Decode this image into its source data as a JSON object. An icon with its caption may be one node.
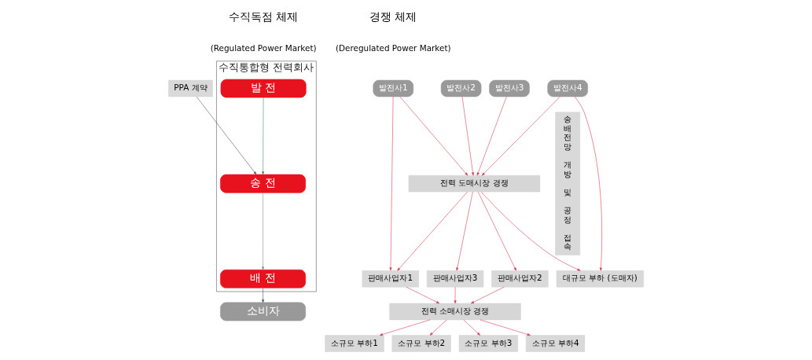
{
  "diagram": {
    "nodes": [
      {
        "text": [
          "수직통합형 전력회사"
        ]
      },
      {
        "text": [
          "발 전"
        ],
        "in": 0
      },
      {
        "text": [
          "송 전"
        ],
        "in": 0
      },
      {
        "text": [
          "배 전"
        ],
        "in": 0
      },
      {
        "text": [
          "소비자"
        ]
      },
      {
        "text": [
          "PPA 계약"
        ]
      },
      {
        "text": [
          "발전사1"
        ]
      },
      {
        "text": [
          "발전사2"
        ]
      },
      {
        "text": [
          "발전사3"
        ]
      },
      {
        "text": [
          "발전사4"
        ]
      },
      {
        "text": [
          "전력 도매시장 경쟁"
        ]
      },
      {
        "text": [
          "판매사업자1"
        ]
      },
      {
        "text": [
          "판매사업자2"
        ]
      },
      {
        "text": [
          "판매사업자3"
        ]
      },
      {
        "text": [
          "대규모 부하 (도매자)"
        ]
      },
      {
        "text": [
          "전력 소매시장 경쟁"
        ]
      },
      {
        "text": [
          "소규모 부하1"
        ]
      },
      {
        "text": [
          "소규모 부하2"
        ]
      },
      {
        "text": [
          "소규모 부하3"
        ]
      },
      {
        "text": [
          "소규모 부하4"
        ]
      },
      {
        "text": [
          "송배전망 개방 및 공정 접속"
        ]
      }
    ],
    "edges": [
      {
        "from": 1,
        "to": 2,
        "arrow": "to",
        "color": "#3a8a5a"
      },
      {
        "from": 2,
        "to": 3,
        "arrow": "to",
        "color": "#888888"
      },
      {
        "from": 3,
        "to": 4,
        "arrow": "to",
        "color": "#445566"
      },
      {
        "from": 5,
        "to": 2,
        "arrow": "to",
        "color": "#445566"
      },
      {
        "from": 6,
        "to": 11,
        "arrow": "to"
      },
      {
        "from": 6,
        "to": 10,
        "arrow": "to"
      },
      {
        "from": 7,
        "to": 10,
        "arrow": "to"
      },
      {
        "from": 8,
        "to": 10,
        "arrow": "to"
      },
      {
        "from": 9,
        "to": 10,
        "arrow": "to"
      },
      {
        "from": 9,
        "to": 14,
        "arrow": "to"
      },
      {
        "from": 10,
        "to": 11,
        "arrow": "to"
      },
      {
        "from": 10,
        "to": 12,
        "arrow": "to"
      },
      {
        "from": 10,
        "to": 13,
        "arrow": "to"
      },
      {
        "from": 10,
        "to": 14,
        "arrow": "to"
      },
      {
        "from": 11,
        "to": 15,
        "arrow": "to"
      },
      {
        "from": 12,
        "to": 15,
        "arrow": "to"
      },
      {
        "from": 13,
        "to": 15,
        "arrow": "to"
      },
      {
        "from": 15,
        "to": 16,
        "arrow": "to"
      },
      {
        "from": 15,
        "to": 17,
        "arrow": "to"
      },
      {
        "from": 15,
        "to": 18,
        "arrow": "to"
      },
      {
        "from": 15,
        "to": 19,
        "arrow": "to"
      }
    ],
    "labels": [
      "수직독점 체제",
      "(Regulated Power Market)",
      "경쟁 체제",
      "(Deregulated Power Market)"
    ]
  }
}
